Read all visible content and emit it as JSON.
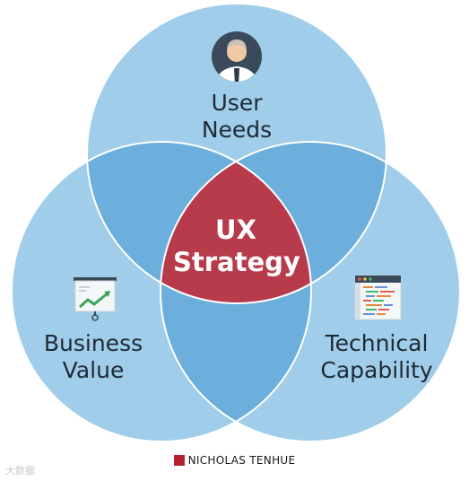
{
  "colors": {
    "circle_fill": "#9fcdea",
    "pair_overlap_fill": "#6caedc",
    "center_overlap_fill": "#b73b4b",
    "circle_stroke": "#ffffff",
    "text": "#1f2a33"
  },
  "diagram": {
    "circles": [
      {
        "id": "user-needs",
        "line1": "User",
        "line2": "Needs",
        "icon": "user-avatar-icon"
      },
      {
        "id": "business-value",
        "line1": "Business",
        "line2": "Value",
        "icon": "presentation-chart-icon"
      },
      {
        "id": "technical-capability",
        "line1": "Technical",
        "line2": "Capability",
        "icon": "code-window-icon"
      }
    ],
    "center": {
      "line1": "UX",
      "line2": "Strategy"
    }
  },
  "footer": {
    "brand": "NICHOLAS TENHUE",
    "brand_icon": "nt-logo-icon",
    "watermark": "大数据"
  }
}
